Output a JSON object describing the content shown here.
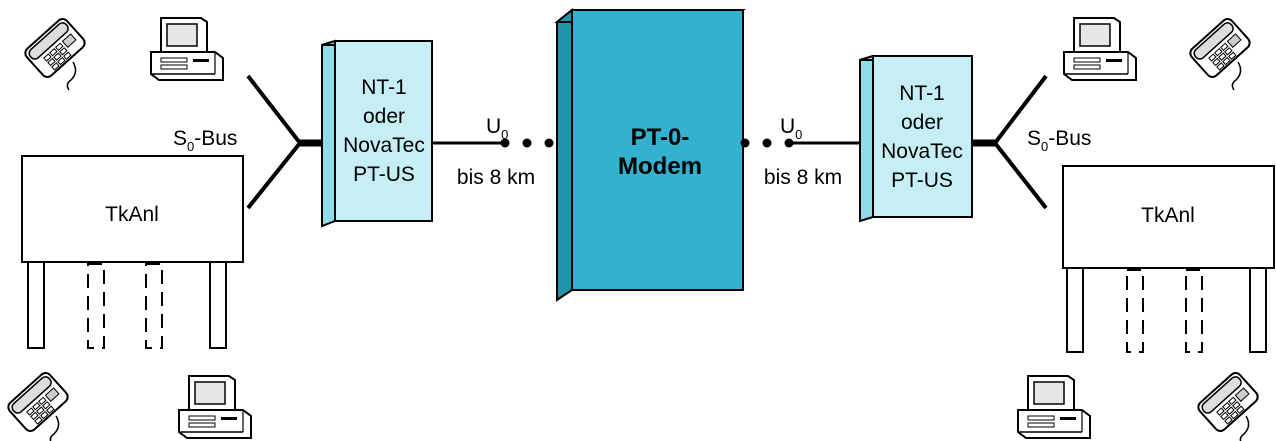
{
  "colors": {
    "nt_face": "#c5eef5",
    "nt_side": "#8fdde9",
    "modem_face": "#32b2ce",
    "modem_side": "#1f95ad",
    "line": "#000000"
  },
  "icons": {
    "phone": "telephone-icon",
    "computer": "computer-icon"
  },
  "left": {
    "bus_label": "S",
    "bus_sub": "0",
    "bus_suffix": "-Bus",
    "pbx_label": "TkAnl",
    "nt_lines": [
      "NT-1",
      "oder",
      "NovaTec",
      "PT-US"
    ],
    "u0_label": "U",
    "u0_sub": "0",
    "distance": "bis 8 km"
  },
  "modem": {
    "lines": [
      "PT-0-",
      "Modem"
    ]
  },
  "right": {
    "bus_label": "S",
    "bus_sub": "0",
    "bus_suffix": "-Bus",
    "pbx_label": "TkAnl",
    "nt_lines": [
      "NT-1",
      "oder",
      "NovaTec",
      "PT-US"
    ],
    "u0_label": "U",
    "u0_sub": "0",
    "distance": "bis 8 km"
  }
}
